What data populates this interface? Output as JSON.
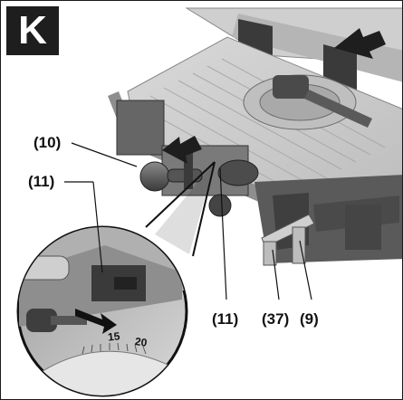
{
  "figure": {
    "badge": "K",
    "callouts": {
      "c10": "(10)",
      "c11_left": "(11)",
      "c11_bottom": "(11)",
      "c37": "(37)",
      "c9": "(9)"
    },
    "scale_marks": {
      "s15": "15",
      "s20": "20"
    }
  },
  "colors": {
    "outline": "#1a1a1a",
    "table_gray": "#cfcfcf",
    "metal_dark": "#4a4a4a",
    "arrow": "#222222"
  }
}
